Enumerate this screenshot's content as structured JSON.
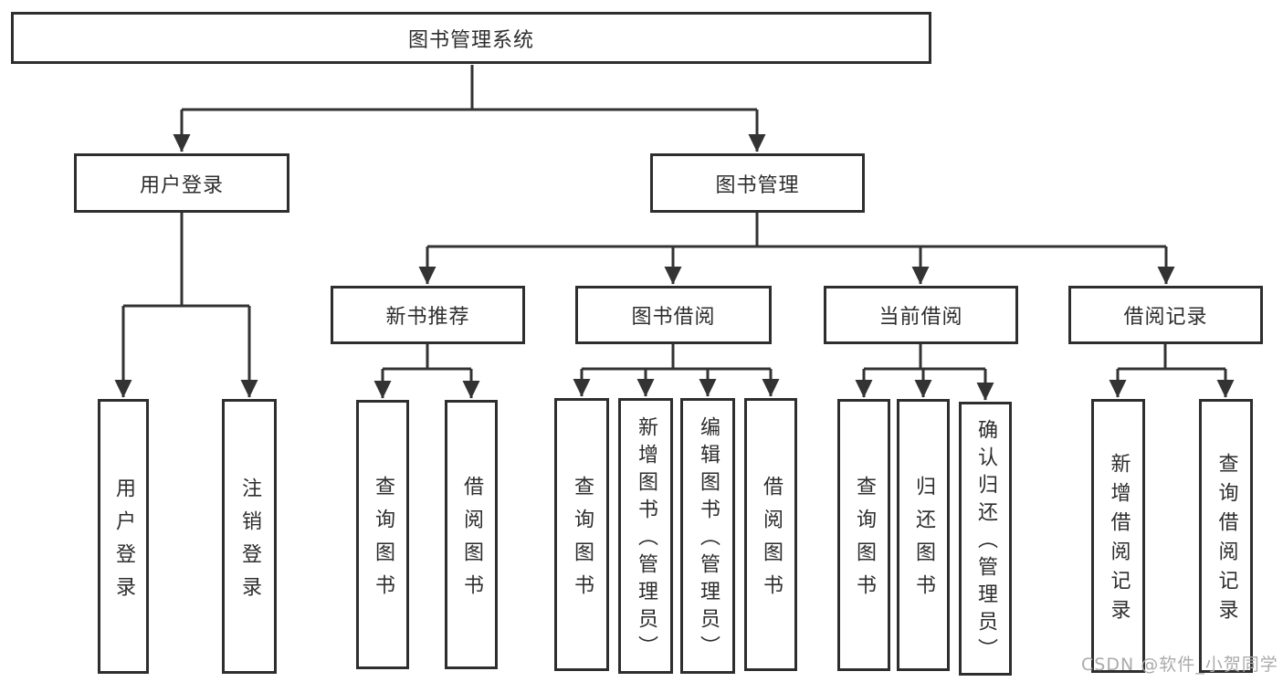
{
  "diagram_type": "tree",
  "nodes": {
    "root": "图书管理系统",
    "user_login": "用户登录",
    "book_mgmt": "图书管理",
    "new_book_rec": "新书推荐",
    "book_borrow": "图书借阅",
    "current_borrow": "当前借阅",
    "borrow_records": "借阅记录",
    "leaf_user_login": "用户登录",
    "leaf_logout": "注销登录",
    "leaf_nbr_query": "查询图书",
    "leaf_nbr_borrow": "借阅图书",
    "leaf_bb_query": "查询图书",
    "leaf_bb_add": "新增图书（管理员）",
    "leaf_bb_edit": "编辑图书（管理员）",
    "leaf_bb_borrow": "借阅图书",
    "leaf_cb_query": "查询图书",
    "leaf_cb_return": "归还图书",
    "leaf_cb_confirm": "确认归还（管理员）",
    "leaf_br_add": "新增借阅记录",
    "leaf_br_query": "查询借阅记录"
  },
  "hierarchy": {
    "图书管理系统": {
      "用户登录": [
        "用户登录",
        "注销登录"
      ],
      "图书管理": {
        "新书推荐": [
          "查询图书",
          "借阅图书"
        ],
        "图书借阅": [
          "查询图书",
          "新增图书（管理员）",
          "编辑图书（管理员）",
          "借阅图书"
        ],
        "当前借阅": [
          "查询图书",
          "归还图书",
          "确认归还（管理员）"
        ],
        "借阅记录": [
          "新增借阅记录",
          "查询借阅记录"
        ]
      }
    }
  },
  "watermark": "CSDN @软件_小贺同学",
  "colors": {
    "line": "#333333",
    "box_border": "#2e2e2e",
    "text": "#2d2d2d",
    "background": "#ffffff",
    "watermark": "#ababab"
  }
}
